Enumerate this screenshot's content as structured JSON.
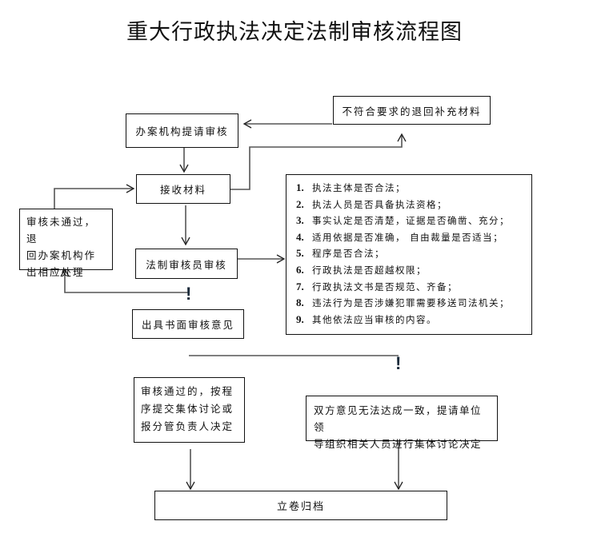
{
  "title": "重大行政执法决定法制审核流程图",
  "nodes": {
    "submit": "办案机构提请审核",
    "return_supplement": "不符合要求的退回补充材料",
    "receive": "接收材料",
    "failed_return": [
      "审核未通过，退",
      "回办案机构作",
      "出相应处理"
    ],
    "legal_review": "法制审核员审核",
    "written_opinion": "出具书面审核意见",
    "approved": [
      "审核通过的，按程",
      "序提交集体讨论或",
      "报分管负责人决定"
    ],
    "disagreement": [
      "双方意见无法达成一致，提请单位领",
      "导组织相关人员进行集体讨论决定"
    ],
    "archive": "立卷归档"
  },
  "criteria": [
    {
      "num": "1.",
      "text": "执法主体是否合法；"
    },
    {
      "num": "2.",
      "text": "执法人员是否具备执法资格；"
    },
    {
      "num": "3.",
      "text": "事实认定是否清楚，证据是否确凿、充分；"
    },
    {
      "num": "4.",
      "text": "适用依据是否准确， 自由裁量是否适当；"
    },
    {
      "num": "5.",
      "text": "程序是否合法；"
    },
    {
      "num": "6.",
      "text": "行政执法是否超越权限；"
    },
    {
      "num": "7.",
      "text": "行政执法文书是否规范、齐备；"
    },
    {
      "num": "8.",
      "text": "违法行为是否涉嫌犯罪需要移送司法机关；"
    },
    {
      "num": "9.",
      "text": "其他依法应当审核的内容。"
    }
  ],
  "markers": {
    "exclamation": "!"
  }
}
